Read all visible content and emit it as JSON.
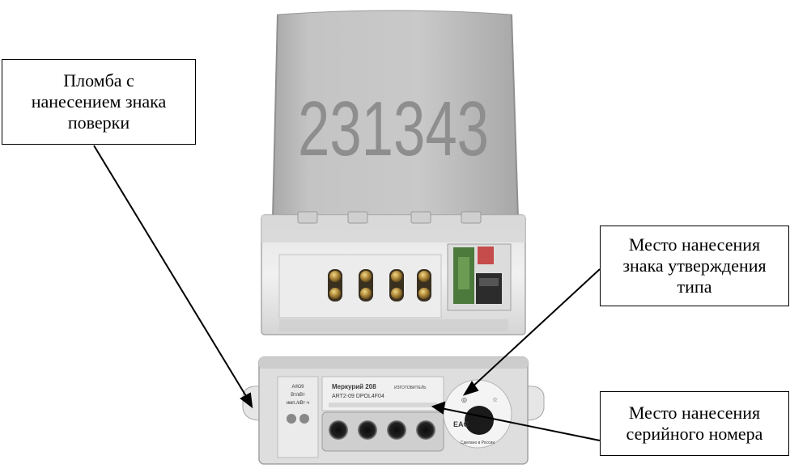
{
  "photo": {
    "front_number": "231343",
    "nameplate": {
      "model": "Меркурий 208",
      "variant": "ART2-09 DPOL4F04",
      "maker": "ИЗГОТОВИТЕЛЬ",
      "origin": "Сделано в России"
    }
  },
  "callouts": {
    "seal": {
      "line1": "Пломба с",
      "line2": "нанесением знака",
      "line3": "поверки"
    },
    "type_approval": {
      "line1": "Место нанесения",
      "line2": "знака утверждения",
      "line3": "типа"
    },
    "serial_number": {
      "line1": "Место нанесения",
      "line2": "серийного номера"
    }
  },
  "colors": {
    "cover": "#b9b9b9",
    "housing": "#dedede",
    "terminal_brass": "#b08a3a",
    "text": "#000000"
  }
}
